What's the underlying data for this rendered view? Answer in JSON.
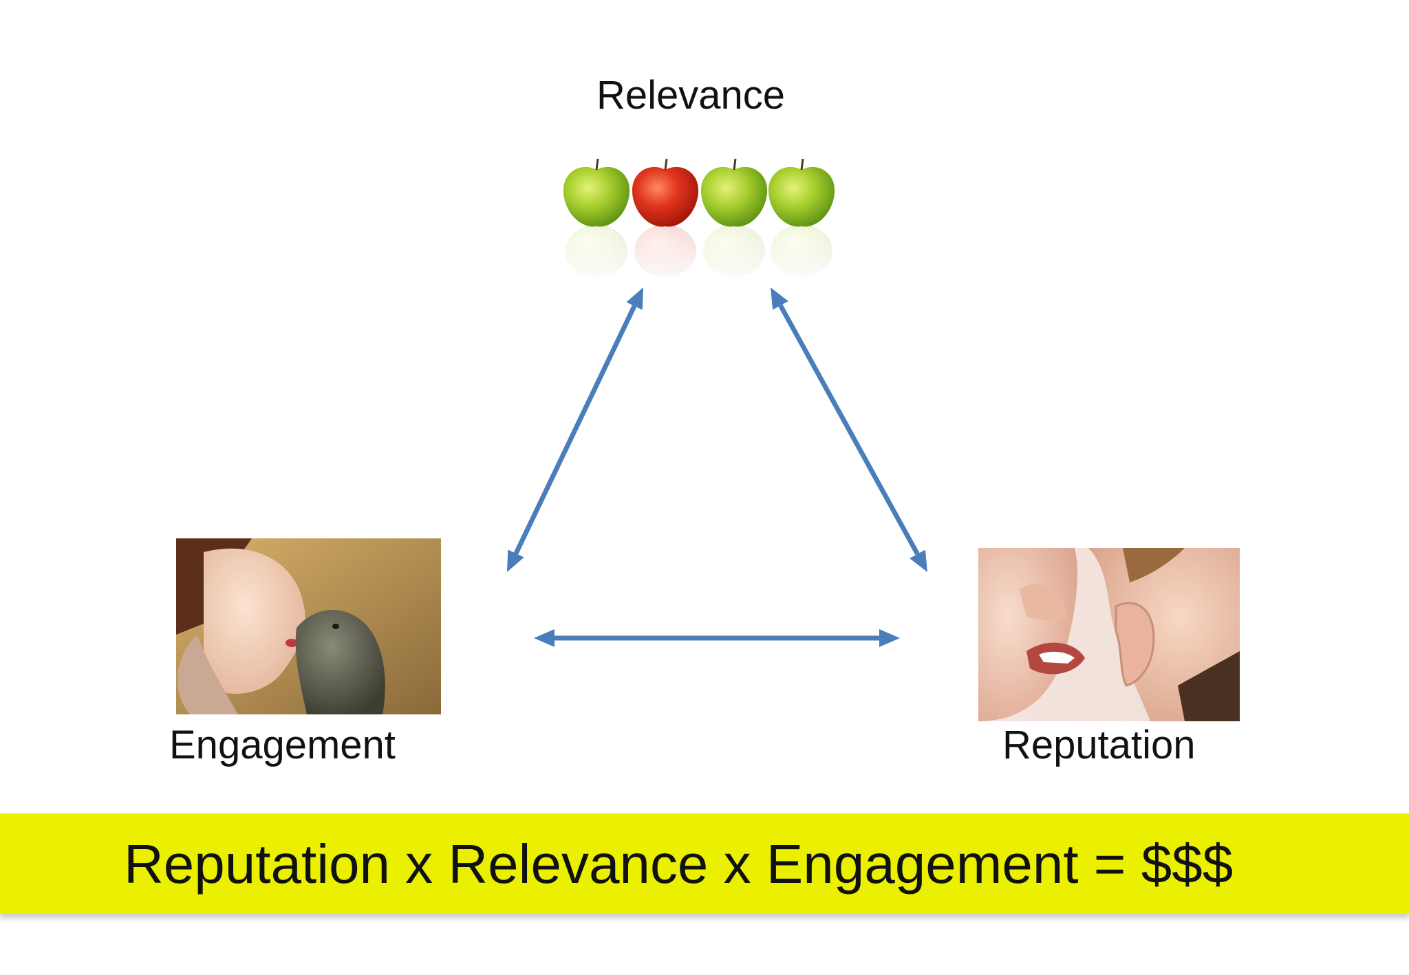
{
  "nodes": {
    "relevance": {
      "label": "Relevance",
      "image": "apples-one-red-photo"
    },
    "engagement": {
      "label": "Engagement",
      "image": "girl-kissing-seal-photo"
    },
    "reputation": {
      "label": "Reputation",
      "image": "whisper-in-ear-photo"
    }
  },
  "edges": [
    {
      "from": "relevance",
      "to": "engagement",
      "style": "double-arrow"
    },
    {
      "from": "relevance",
      "to": "reputation",
      "style": "double-arrow"
    },
    {
      "from": "engagement",
      "to": "reputation",
      "style": "double-arrow"
    }
  ],
  "formula": {
    "text": "Reputation x Relevance x Engagement = $$$",
    "background": "#eaf000"
  },
  "colors": {
    "arrow": "#4a7ebb",
    "apple_green": "#8dc63f",
    "apple_red": "#d9261c"
  }
}
